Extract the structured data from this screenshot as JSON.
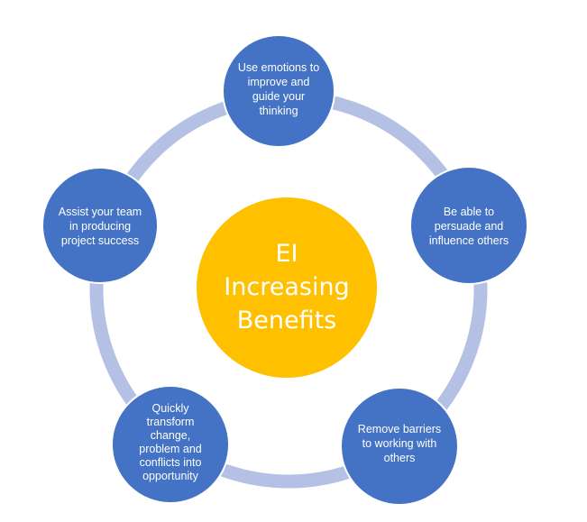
{
  "center": {
    "lines": [
      "EI",
      "Increasing",
      "Benefits"
    ],
    "color": "#FFC000"
  },
  "ring_color": "#B4C1E4",
  "node_color": "#4472C4",
  "node_border": "#ffffff",
  "nodes": [
    {
      "name": "node-emotions-thinking",
      "lines": [
        "Use emotions to",
        "improve and",
        "guide your",
        "thinking"
      ]
    },
    {
      "name": "node-persuade-influence",
      "lines": [
        "Be able to",
        "persuade and",
        "influence others"
      ]
    },
    {
      "name": "node-remove-barriers",
      "lines": [
        "Remove barriers",
        "to working with",
        "others"
      ]
    },
    {
      "name": "node-transform-change",
      "lines": [
        "Quickly",
        "transform",
        "change,",
        "problem and",
        "conflicts into",
        "opportunity"
      ]
    },
    {
      "name": "node-assist-team",
      "lines": [
        "Assist your team",
        "in producing",
        "project success"
      ]
    }
  ]
}
